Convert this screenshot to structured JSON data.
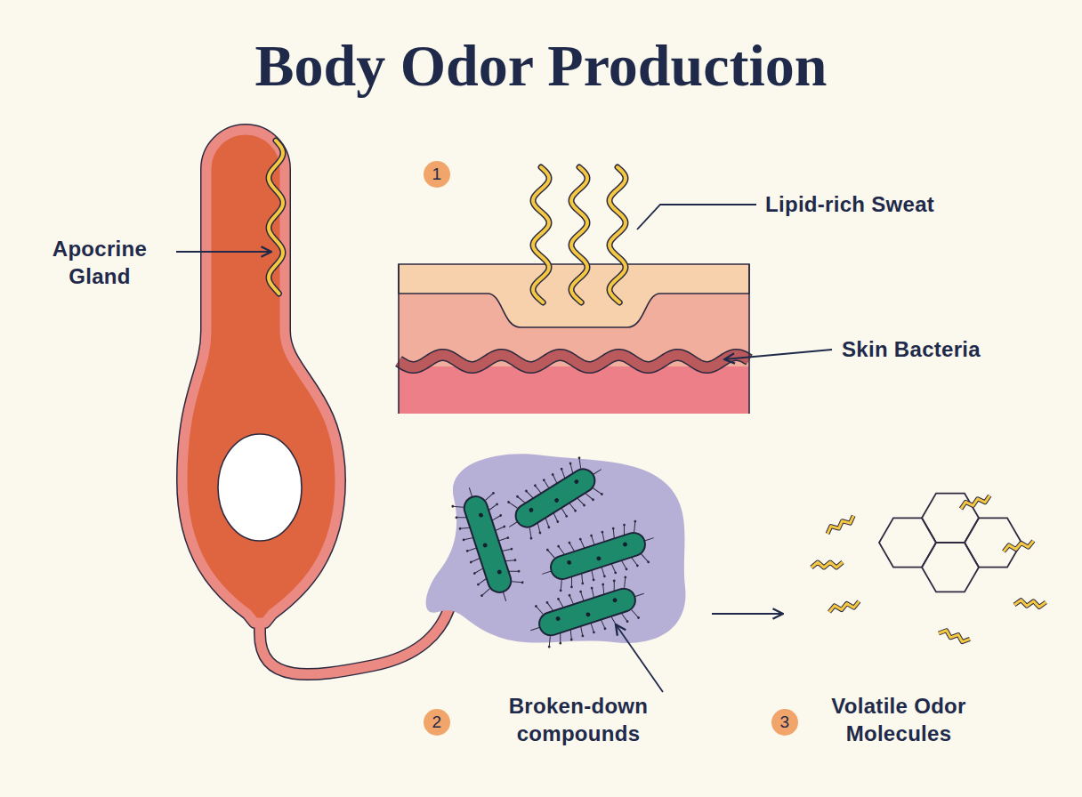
{
  "diagram": {
    "title": "Body Odor Production",
    "labels": [
      "Apocrine Gland",
      "1",
      "Lipid-rich Sweat",
      "Skin Bacteria",
      "2",
      "Broken-down compounds",
      "3",
      "Volatile Odor Molecules"
    ]
  }
}
